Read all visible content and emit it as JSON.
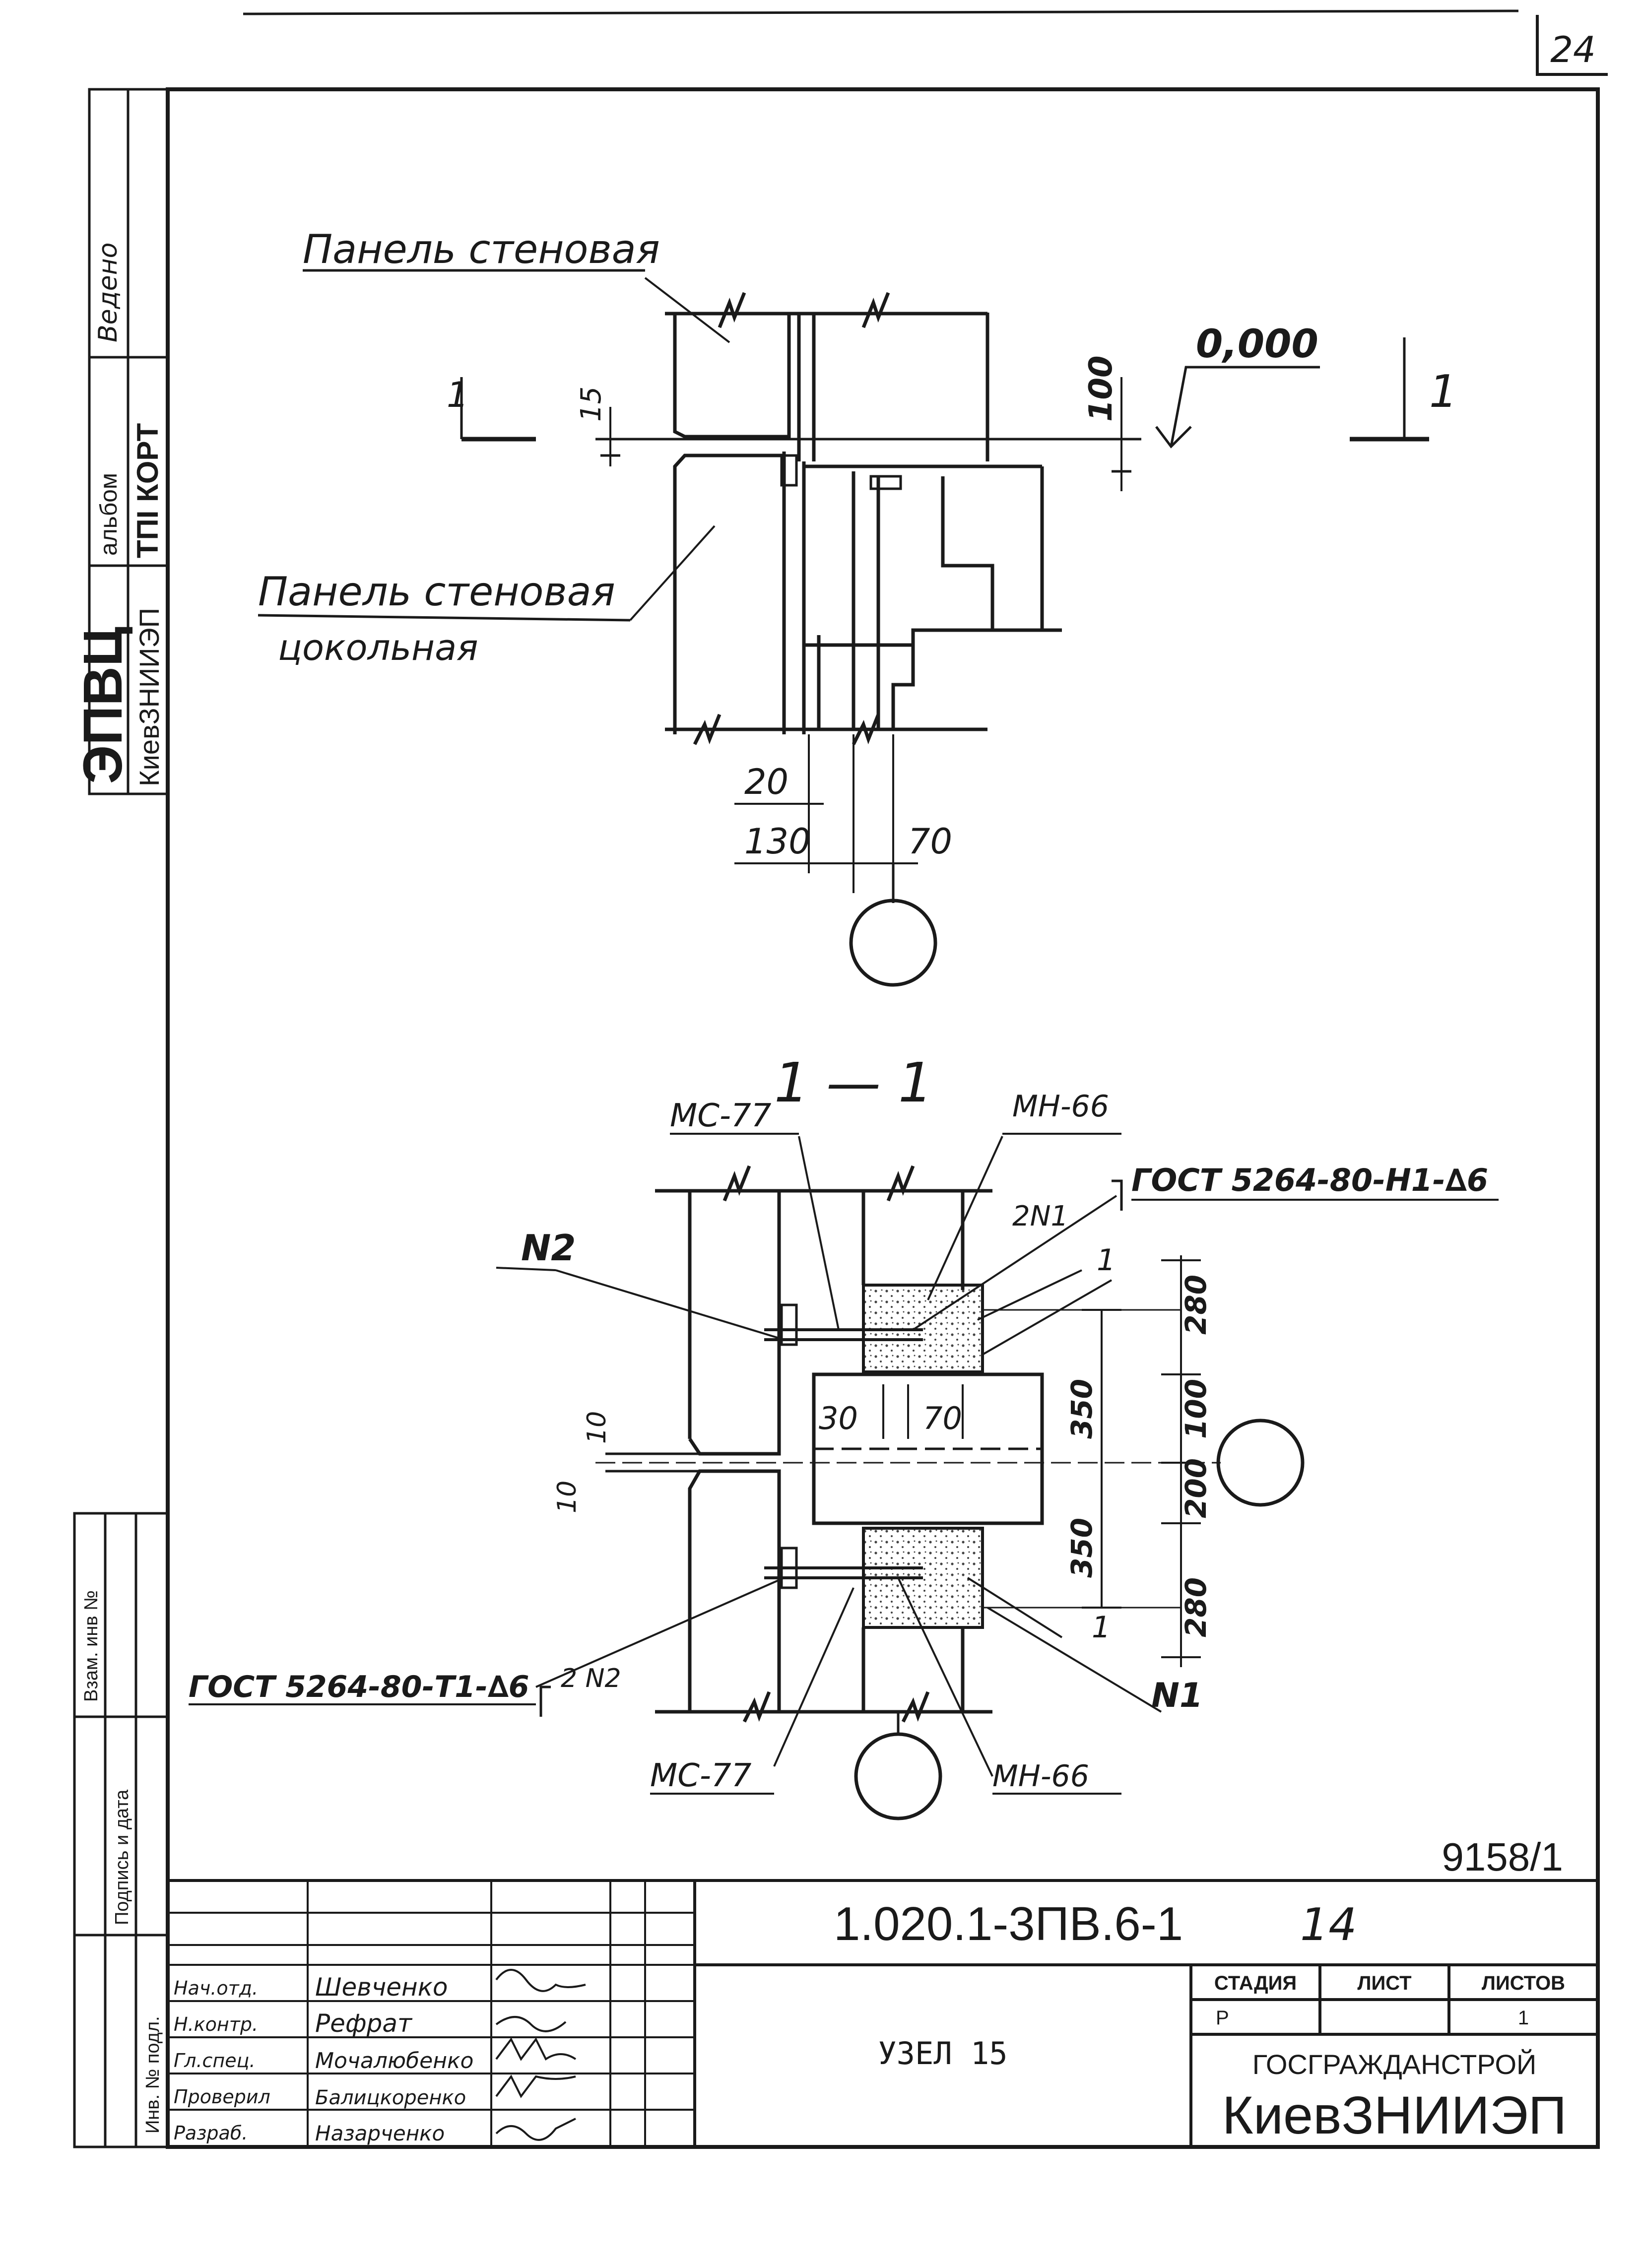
{
  "sheet": {
    "page_number": "24",
    "stamp_top": {
      "line1": "ЭПВЦ",
      "line2": "КиевЗНИИЭП",
      "line3": "альбом",
      "line4": "ТПI КОРТ",
      "line5": "Ведено"
    },
    "side_stamp": {
      "col1": "Взам. инв №",
      "col2": "Подпись и дата",
      "col3": "Инв. № подл."
    },
    "archive_number": "9158/1"
  },
  "upper_view": {
    "label_panel_wall": "Панель стеновая",
    "label_panel_plinth_1": "Панель стеновая",
    "label_panel_plinth_2": "цокольная",
    "elevation": "0,000",
    "section_mark_left": "1",
    "section_mark_right": "1",
    "dim_15": "15",
    "dim_100": "100",
    "dim_20": "20",
    "dim_130": "130",
    "dim_70": "70"
  },
  "section_view": {
    "title": "1 — 1",
    "mc77_top": "МС-77",
    "mh66_top": "МН-66",
    "gost_top": "ГОСТ 5264-80-Н1-∆6",
    "n2": "N2",
    "two_n1": "2N1",
    "one_top": "1",
    "dim_280_top": "280",
    "dim_350_top": "350",
    "dim_100": "100",
    "dim_30": "30",
    "dim_70": "70",
    "dim_10a": "10",
    "dim_10b": "10",
    "dim_200": "200",
    "dim_350_bottom": "350",
    "dim_280_bottom": "280",
    "gost_bottom": "ГОСТ 5264-80-Т1-∆6",
    "two_n2": "2 N2",
    "one_bottom": "1",
    "n1": "N1",
    "mc77_bottom": "МС-77",
    "mh66_bottom": "МН-66"
  },
  "title_block": {
    "doc_code": "1.020.1-3ПВ.6-1",
    "sheet_in_doc": "14",
    "title": "УЗЕЛ 15",
    "stage_header": "СТАДИЯ",
    "sheet_header": "ЛИСТ",
    "sheets_header": "ЛИСТОВ",
    "stage_value": "Р",
    "sheets_value": "1",
    "org_line1": "ГОСГРАЖДАНСТРОЙ",
    "org_line2": "КиевЗНИИЭП",
    "signers": [
      {
        "role": "Нач.отд.",
        "name": "Шевченко"
      },
      {
        "role": "Н.контр.",
        "name": "Рефрат"
      },
      {
        "role": "Гл.спец.",
        "name": "Мочалюбенко"
      },
      {
        "role": "Проверил",
        "name": "Балицкоренко"
      },
      {
        "role": "Разраб.",
        "name": "Назарченко"
      }
    ]
  },
  "colors": {
    "ink": "#1a1a1a",
    "paper": "#ffffff",
    "hatch": "#555555"
  }
}
